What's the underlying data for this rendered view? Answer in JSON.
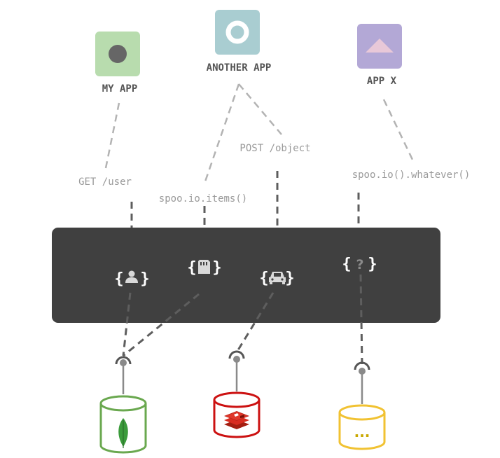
{
  "apps": {
    "my_app": {
      "label": "MY APP",
      "color": "#b8dcae",
      "icon": "dot-icon"
    },
    "another_app": {
      "label": "ANOTHER APP",
      "color": "#a9cdd1",
      "icon": "ring-icon"
    },
    "app_x": {
      "label": "APP X",
      "color": "#b3a8d6",
      "icon": "triangle-icon"
    }
  },
  "calls": {
    "get_user": "GET /user",
    "items": "spoo.io.items()",
    "post_object": "POST /object",
    "whatever": "spoo.io().whatever()"
  },
  "objects": [
    {
      "name": "user",
      "icon": "user-icon"
    },
    {
      "name": "card",
      "icon": "sd-card-icon"
    },
    {
      "name": "car",
      "icon": "car-icon"
    },
    {
      "name": "unknown",
      "icon": "question-icon",
      "glyph": "?"
    }
  ],
  "braces": {
    "open": "{",
    "close": "}"
  },
  "databases": [
    {
      "name": "mongodb",
      "icon": "mongodb-leaf-icon",
      "color": "#6aa84f"
    },
    {
      "name": "redis",
      "icon": "redis-icon",
      "color": "#cc1111"
    },
    {
      "name": "other",
      "icon": "ellipsis-icon",
      "color": "#f1c232",
      "label": "..."
    }
  ],
  "colors": {
    "bar": "#404040",
    "dashed_line": "#b0b0b0",
    "dark_dashed_line": "#606060",
    "connector": "#8a8a8a"
  }
}
